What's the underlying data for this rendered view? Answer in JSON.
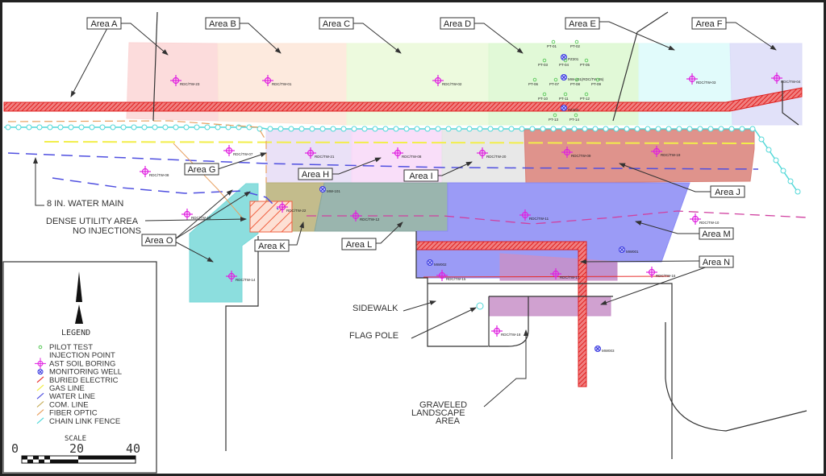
{
  "title": "Site Plan - Injection Areas",
  "colors": {
    "electric": "#e8302e",
    "gas": "#f2ee4a",
    "water": "#5050e0",
    "fence": "#52d8d8",
    "fiber": "#e8a060",
    "boring": "#e020e0",
    "well": "#3a3ae0",
    "pilot": "#58c858"
  },
  "areas": [
    {
      "id": "A",
      "label": "Area A",
      "fill": "#fbd6d6"
    },
    {
      "id": "B",
      "label": "Area B",
      "fill": "#fde6d8"
    },
    {
      "id": "C",
      "label": "Area C",
      "fill": "#eaf9d8"
    },
    {
      "id": "D",
      "label": "Area D",
      "fill": "#dcf8d0"
    },
    {
      "id": "E",
      "label": "Area E",
      "fill": "#dcfafa"
    },
    {
      "id": "F",
      "label": "Area F",
      "fill": "#dcdcf8"
    },
    {
      "id": "G",
      "label": "Area G",
      "fill": "#e6dcf6"
    },
    {
      "id": "H",
      "label": "Area H",
      "fill": "#f8d8f8"
    },
    {
      "id": "I",
      "label": "Area I",
      "fill": "#e4e4e4"
    },
    {
      "id": "J",
      "label": "Area J",
      "fill": "#d98078"
    },
    {
      "id": "K",
      "label": "Area K",
      "fill": "#b8b078"
    },
    {
      "id": "L",
      "label": "Area L",
      "fill": "#88a8a0"
    },
    {
      "id": "M",
      "label": "Area M",
      "fill": "#8a8af4"
    },
    {
      "id": "N",
      "label": "Area N",
      "fill": "#c890c8"
    },
    {
      "id": "O",
      "label": "Area O",
      "fill": "#78d8d8"
    }
  ],
  "borings": [
    "RDC/TW-23",
    "RDC/TW-01",
    "RDC/TW-02",
    "RDC/TW-03",
    "RDC/TW-04",
    "RDC/TW-07",
    "RDC/TW-08",
    "RDC/TW-21",
    "RDC/TW-08",
    "RDC/TW-20",
    "RDC/TW-09",
    "RDC/TW-19",
    "RDC/TW-22",
    "RDC/TW-12",
    "RDC/TW-11",
    "RDC/TW-10",
    "RDC/TW-13",
    "RDC/TW-14",
    "RDC/TW-15",
    "RDC/TW-17",
    "RDC/TW-16",
    "RDC/TW-18"
  ],
  "wells": [
    "PZ201",
    "MW-201(RDC/TW-05)",
    "PZ203",
    "MW-101",
    "MW001",
    "MW002",
    "MW003"
  ],
  "pilot_points": [
    "PT-01",
    "PT-02",
    "PT-03",
    "PT-04",
    "PT-05",
    "PT-06",
    "PT-07",
    "PT-08",
    "PT-09",
    "PT-10",
    "PT-11",
    "PT-12",
    "PT-13",
    "PT-14"
  ],
  "annotations": {
    "water_main": "8 IN. WATER MAIN",
    "dense_1": "DENSE UTILITY AREA",
    "dense_2": "NO INJECTIONS",
    "sidewalk": "SIDEWALK",
    "flag_pole": "FLAG POLE",
    "graveled_1": "GRAVELED",
    "graveled_2": "LANDSCAPE",
    "graveled_3": "AREA"
  },
  "legend": {
    "title": "LEGEND",
    "items": [
      "PILOT TEST",
      "INJECTION POINT",
      "AST SOIL BORING",
      "MONITORING WELL",
      "BURIED ELECTRIC",
      "GAS LINE",
      "WATER LINE",
      "COM. LINE",
      "FIBER OPTIC",
      "CHAIN LINK FENCE"
    ],
    "scale_label": "SCALE",
    "scale_ticks": [
      "0",
      "20",
      "40"
    ]
  }
}
